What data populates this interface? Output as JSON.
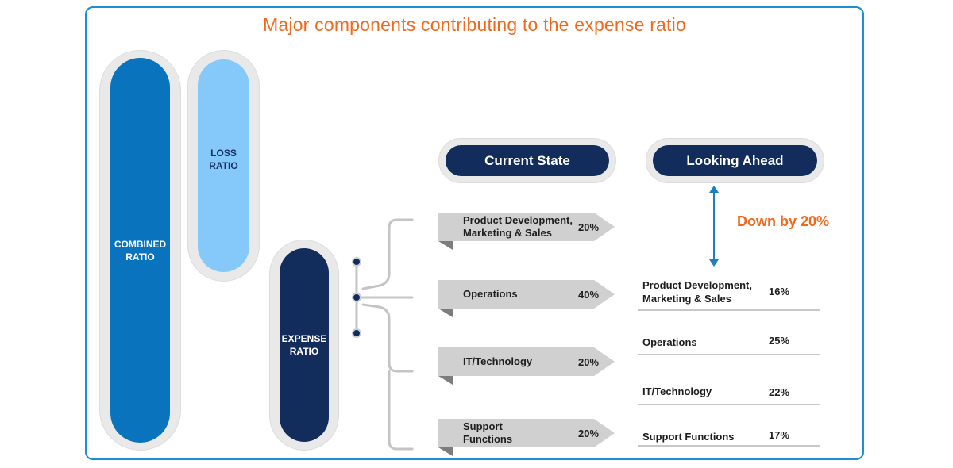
{
  "title": "Major components contributing to the expense ratio",
  "ratios": {
    "combined": "COMBINED RATIO",
    "loss": "LOSS RATIO",
    "expense": "EXPENSE RATIO"
  },
  "headers": {
    "current": "Current State",
    "ahead": "Looking Ahead"
  },
  "change": {
    "prefix": "Down by ",
    "value": "20%"
  },
  "current_state": [
    {
      "label": "Product Development, Marketing & Sales",
      "pct": "20%"
    },
    {
      "label": "Operations",
      "pct": "40%"
    },
    {
      "label": "IT/Technology",
      "pct": "20%"
    },
    {
      "label": "Support Functions",
      "pct": "20%"
    }
  ],
  "looking_ahead": [
    {
      "label": "Product Development, Marketing & Sales",
      "pct": "16%"
    },
    {
      "label": "Operations",
      "pct": "25%"
    },
    {
      "label": "IT/Technology",
      "pct": "22%"
    },
    {
      "label": "Support Functions",
      "pct": "17%"
    }
  ],
  "colors": {
    "accent_orange": "#ef6a1d",
    "navy": "#122d5b",
    "blue": "#0a73bd",
    "light_blue": "#85c9fb",
    "frame_blue": "#1d8ed1"
  }
}
